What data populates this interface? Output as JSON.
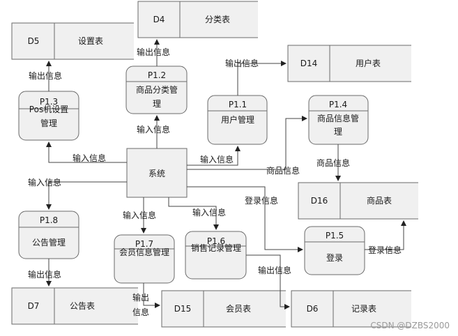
{
  "system": {
    "label": "系统"
  },
  "processes": [
    {
      "key": "p12",
      "id": "P1.2",
      "name": [
        "商品分类管",
        "理"
      ]
    },
    {
      "key": "p13",
      "id": "P1.3",
      "name": [
        "Pos机设置",
        "管理"
      ]
    },
    {
      "key": "p11",
      "id": "P1.1",
      "name": [
        "用户管理"
      ]
    },
    {
      "key": "p14",
      "id": "P1.4",
      "name": [
        "商品信息管",
        "理"
      ]
    },
    {
      "key": "p18",
      "id": "P1.8",
      "name": [
        "公告管理"
      ]
    },
    {
      "key": "p17",
      "id": "P1.7",
      "name": [
        "会员信息管理"
      ]
    },
    {
      "key": "p16",
      "id": "P1.6",
      "name": [
        "销售记录管理"
      ]
    },
    {
      "key": "p15",
      "id": "P1.5",
      "name": [
        "登录"
      ]
    }
  ],
  "stores": [
    {
      "key": "d4",
      "id": "D4",
      "name": "分类表"
    },
    {
      "key": "d5",
      "id": "D5",
      "name": "设置表"
    },
    {
      "key": "d14",
      "id": "D14",
      "name": "用户表"
    },
    {
      "key": "d16",
      "id": "D16",
      "name": "商品表"
    },
    {
      "key": "d7",
      "id": "D7",
      "name": "公告表"
    },
    {
      "key": "d15",
      "id": "D15",
      "name": "会员表"
    },
    {
      "key": "d6",
      "id": "D6",
      "name": "记录表"
    }
  ],
  "flow_labels": {
    "out_d4": "输出信息",
    "out_d5": "输出信息",
    "out_d14": "输出信息",
    "in_p12": "输入信息",
    "in_p13": "输入信息",
    "in_p11": "输入信息",
    "goods_p14": "商品信息",
    "goods_d16": "商品信息",
    "in_p18": "输入信息",
    "login": "登录信息",
    "in_p17": "输入信息",
    "in_p16": "输入信息",
    "login_d16": "登录信息",
    "out_d7": "输出信息",
    "out_d15_a": "输出",
    "out_d15_b": "信息",
    "out_d6": "输出信息"
  },
  "watermark": "CSDN @DZBS2000"
}
